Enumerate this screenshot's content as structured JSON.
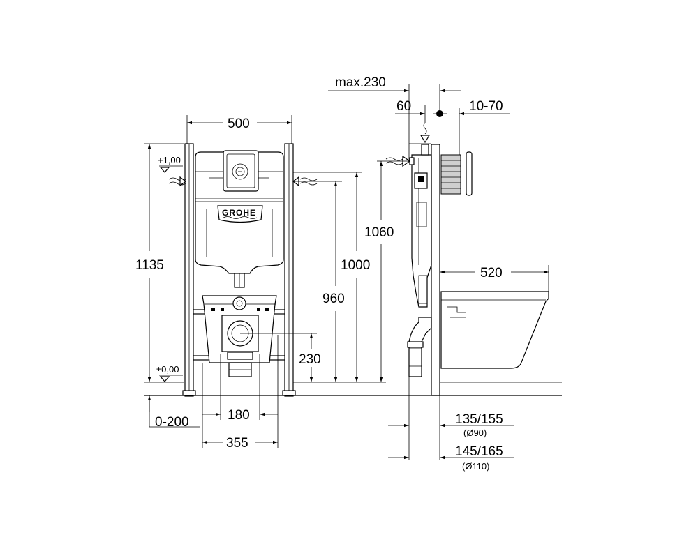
{
  "front_view": {
    "logo": "GROHE",
    "level_top": "+1,00",
    "level_floor": "±0,00",
    "dim_width": "500",
    "dim_height_total": "1135",
    "dim_1000": "1000",
    "dim_960": "960",
    "dim_230": "230",
    "dim_180": "180",
    "dim_355": "355",
    "dim_0_200": "0-200"
  },
  "side_view": {
    "dim_max230": "max.230",
    "dim_60": "60",
    "dim_10_70": "10-70",
    "dim_1060": "1060",
    "dim_520": "520",
    "dim_135_155": "135/155",
    "dim_d90": "(Ø90)",
    "dim_145_165": "145/165",
    "dim_d110": "(Ø110)"
  }
}
